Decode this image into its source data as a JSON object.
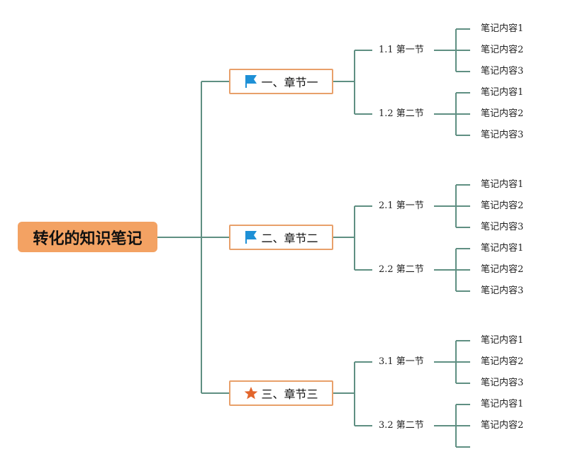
{
  "colors": {
    "connector": "#5f8f82",
    "root_fill": "#f3a263",
    "chapter_border": "#e8a06a",
    "flag_icon": "#1e90d6",
    "star_icon": "#e2652b"
  },
  "root": {
    "label": "转化的知识笔记"
  },
  "chapters": [
    {
      "label": "一、章节一",
      "icon": "flag-icon",
      "sections": [
        {
          "label": "1.1 第一节",
          "leaves": [
            "笔记内容1",
            "笔记内容2",
            "笔记内容3"
          ]
        },
        {
          "label": "1.2 第二节",
          "leaves": [
            "笔记内容1",
            "笔记内容2",
            "笔记内容3"
          ]
        }
      ]
    },
    {
      "label": "二、章节二",
      "icon": "flag-icon",
      "sections": [
        {
          "label": "2.1 第一节",
          "leaves": [
            "笔记内容1",
            "笔记内容2",
            "笔记内容3"
          ]
        },
        {
          "label": "2.2 第二节",
          "leaves": [
            "笔记内容1",
            "笔记内容2",
            "笔记内容3"
          ]
        }
      ]
    },
    {
      "label": "三、章节三",
      "icon": "star-icon",
      "sections": [
        {
          "label": "3.1 第一节",
          "leaves": [
            "笔记内容1",
            "笔记内容2",
            "笔记内容3"
          ]
        },
        {
          "label": "3.2 第二节",
          "leaves": [
            "笔记内容1",
            "笔记内容2",
            ""
          ]
        }
      ]
    }
  ]
}
